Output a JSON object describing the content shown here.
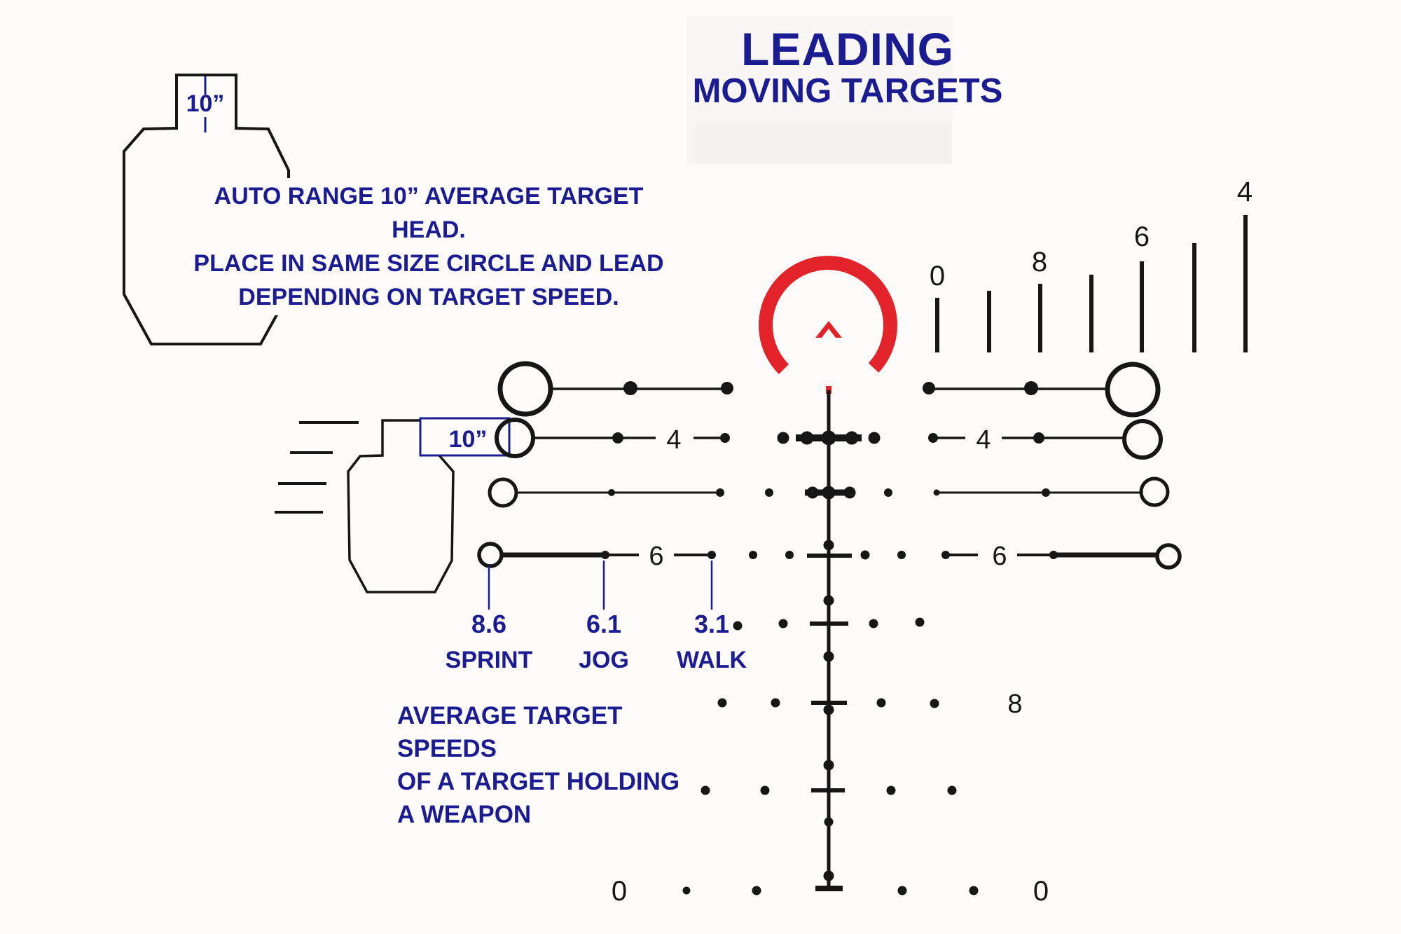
{
  "title": {
    "line1": "LEADING",
    "line2": "MOVING TARGETS"
  },
  "instructions": {
    "lines": [
      "AUTO RANGE 10” AVERAGE TARGET HEAD.",
      "PLACE IN SAME SIZE CIRCLE AND LEAD",
      "DEPENDING ON TARGET SPEED."
    ]
  },
  "head_target": {
    "label": "10”"
  },
  "moving_target": {
    "label": "10”"
  },
  "speed_labels": [
    {
      "value": "8.6",
      "name": "SPRINT"
    },
    {
      "value": "6.1",
      "name": "JOG"
    },
    {
      "value": "3.1",
      "name": "WALK"
    }
  ],
  "speeds_note": {
    "lines": [
      "AVERAGE TARGET SPEEDS",
      "OF A TARGET HOLDING",
      "A WEAPON"
    ]
  },
  "reticle": {
    "top_scale": [
      "0",
      "8",
      "6",
      "4"
    ],
    "left_mid": "4",
    "right_mid": "4",
    "left_low": "6",
    "right_low": "6",
    "lower_right": "8",
    "bottom_left": "0",
    "bottom_right": "0"
  },
  "colors": {
    "navy": "#1b1c92",
    "black": "#161616",
    "red": "#e2242a"
  }
}
